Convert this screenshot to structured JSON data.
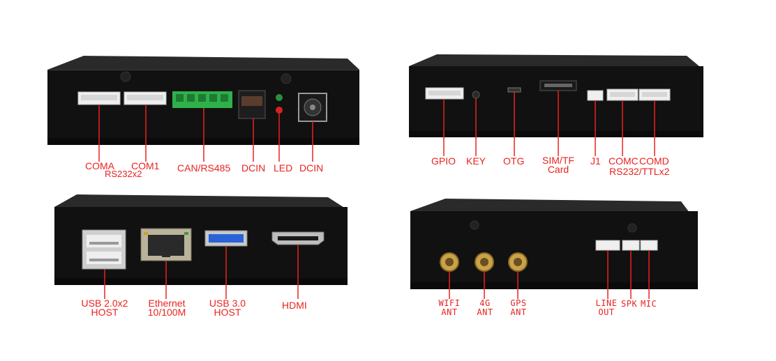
{
  "panel_top_left": {
    "labels": {
      "coma": "COMA",
      "com1": "COM1",
      "rs232x2": "RS232x2",
      "can_rs485": "CAN/RS485",
      "dcin_a": "DCIN",
      "led": "LED",
      "dcin_b": "DCIN"
    }
  },
  "panel_top_right": {
    "labels": {
      "gpio": "GPIO",
      "key": "KEY",
      "otg": "OTG",
      "sim_tf_1": "SIM/TF",
      "sim_tf_2": "Card",
      "j1": "J1",
      "comc": "COMC",
      "comd": "COMD",
      "rs232_ttl": "RS232/TTLx2"
    }
  },
  "panel_bottom_left": {
    "labels": {
      "usb2_1": "USB 2.0x2",
      "usb2_2": "HOST",
      "eth_1": "Ethernet",
      "eth_2": "10/100M",
      "usb3_1": "USB 3.0",
      "usb3_2": "HOST",
      "hdmi": "HDMI"
    }
  },
  "panel_bottom_right": {
    "labels": {
      "wifi_1": "WIFI",
      "wifi_2": "ANT",
      "g4_1": "4G",
      "g4_2": "ANT",
      "gps_1": "GPS",
      "gps_2": "ANT",
      "line_1": "LINE",
      "line_2": "OUT",
      "spk": "SPK",
      "mic": "MIC"
    }
  },
  "colors": {
    "label_red": "#e8231f",
    "enclosure_black": "#111111",
    "connector_white": "#efefef",
    "terminal_green": "#2fb14a",
    "usb3_blue": "#2a63d8",
    "sma_gold": "#c9a24a"
  }
}
